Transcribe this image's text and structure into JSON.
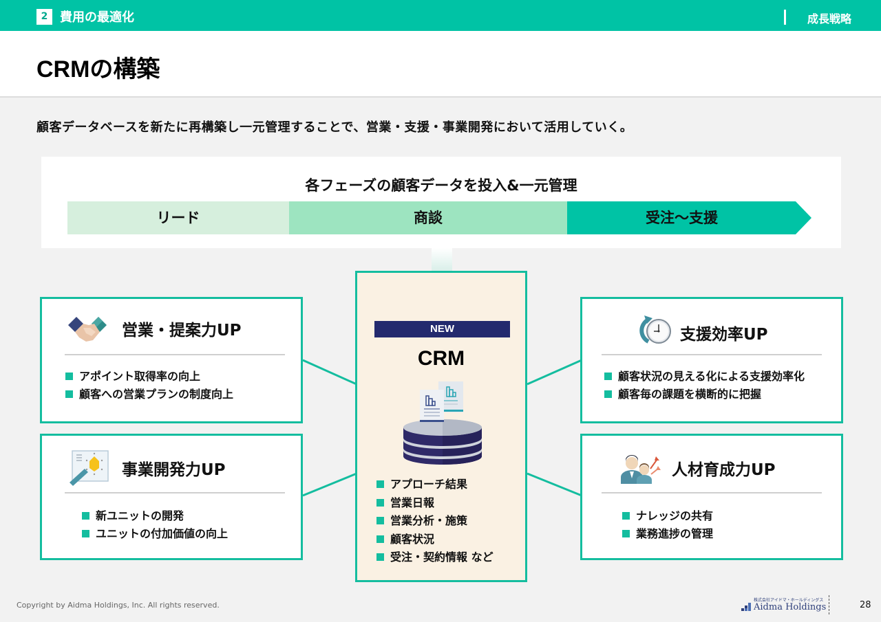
{
  "topbar": {
    "section_number": "2",
    "section_title": "費用の最適化",
    "category": "成長戦略"
  },
  "header": {
    "title": "CRMの構築"
  },
  "lead_text": "顧客データベースを新たに再構築し一元管理することで、営業・支援・事業開発において活用していく。",
  "phases": {
    "title": "各フェーズの顧客データを投入&一元管理",
    "items": [
      {
        "label": "リード",
        "color": "#d6efdd"
      },
      {
        "label": "商談",
        "color": "#9de4c0"
      },
      {
        "label": "受注～支援",
        "color": "#00c3a5"
      }
    ]
  },
  "crm": {
    "badge": "NEW",
    "title": "CRM",
    "icon": "database-icon",
    "items": [
      "アプローチ結果",
      "営業日報",
      "営業分析・施策",
      "顧客状況",
      "受注・契約情報 など"
    ]
  },
  "cards": [
    {
      "title": "営業・提案力UP",
      "icon": "handshake-icon",
      "items": [
        "アポイント取得率の向上",
        "顧客への営業プランの制度向上"
      ]
    },
    {
      "title": "事業開発力UP",
      "icon": "chart-board-icon",
      "items": [
        "新ユニットの開発",
        "ユニットの付加価値の向上"
      ]
    },
    {
      "title": "支援効率UP",
      "icon": "clock-icon",
      "items": [
        "顧客状況の見える化による支援効率化",
        "顧客毎の課題を横断的に把握"
      ]
    },
    {
      "title": "人材育成力UP",
      "icon": "people-growth-icon",
      "items": [
        "ナレッジの共有",
        "業務進捗の管理"
      ]
    }
  ],
  "colors": {
    "accent": "#00c3a5",
    "border": "#14bd9f",
    "navy": "#232a6e",
    "crm_bg": "#faf1e3"
  },
  "footer": {
    "copyright": "Copyright by Aidma Holdings, Inc. All rights reserved.",
    "logo_sub": "株式会社アイドマ・ホールディングス",
    "logo_text": "Aidma Holdings",
    "page_number": "28"
  }
}
